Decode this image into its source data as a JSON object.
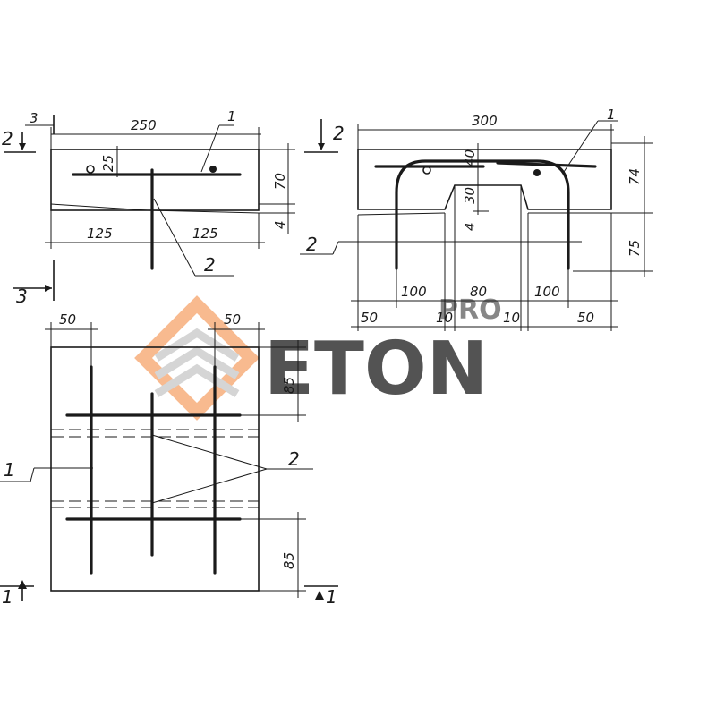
{
  "watermark": {
    "brand": "ETON",
    "accent_text": "PRO",
    "colors": {
      "orange": "#f6a46a",
      "grey": "#c8c8c8"
    }
  },
  "section_3_3": {
    "cut_label_top": "3",
    "cut_label_side": "2",
    "cut_label_bottom": "3",
    "dim_width": "250",
    "dim_left_half": "125",
    "dim_right_half": "125",
    "dim_rebar_offset": "25",
    "dim_height": "70",
    "dim_lip": "4",
    "callout_1": "1",
    "callout_2": "2"
  },
  "section_2_2": {
    "cut_label": "2",
    "callout_2_left": "2",
    "callout_1": "1",
    "dim_width": "300",
    "dim_40": "40",
    "dim_30": "30",
    "dim_4": "4",
    "dim_74": "74",
    "dim_75": "75",
    "dim_100_left": "100",
    "dim_80": "80",
    "dim_100_right": "100",
    "dim_50_left": "50",
    "dim_10_left": "10",
    "dim_10_right": "10",
    "dim_50_right": "50"
  },
  "plan_view": {
    "dim_50_left": "50",
    "dim_50_right": "50",
    "dim_85_top": "85",
    "dim_85_bottom": "85",
    "callout_1": "1",
    "callout_2": "2",
    "cut_1_left": "1",
    "cut_1_right": "1"
  }
}
